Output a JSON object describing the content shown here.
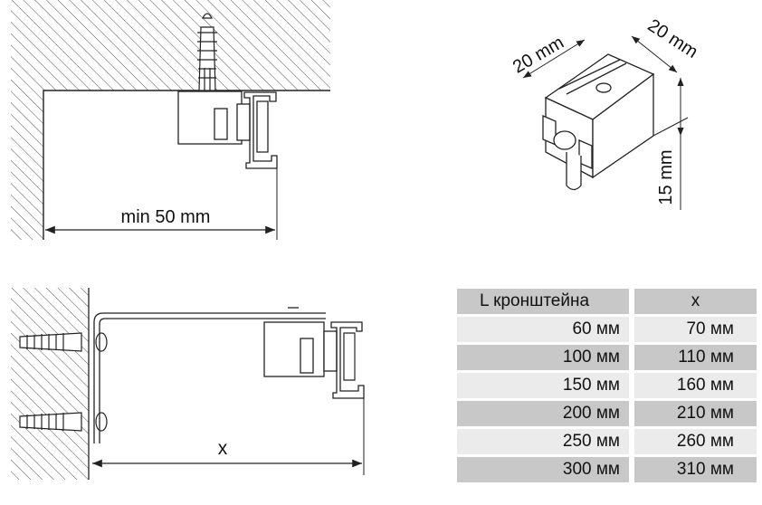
{
  "top_left": {
    "dimension_label": "min 50 mm"
  },
  "top_right": {
    "width_label": "20 mm",
    "depth_label": "20 mm",
    "height_label": "15 mm"
  },
  "bottom_left": {
    "dimension_label": "x"
  },
  "table": {
    "header": {
      "col1": "L  кронштейна",
      "col2": "x"
    },
    "rows": [
      {
        "l": "60 мм",
        "x": "70 мм"
      },
      {
        "l": "100 мм",
        "x": "110 мм"
      },
      {
        "l": "150 мм",
        "x": "160 мм"
      },
      {
        "l": "200 мм",
        "x": "210 мм"
      },
      {
        "l": "250 мм",
        "x": "260 мм"
      },
      {
        "l": "300 мм",
        "x": "310 мм"
      }
    ]
  }
}
